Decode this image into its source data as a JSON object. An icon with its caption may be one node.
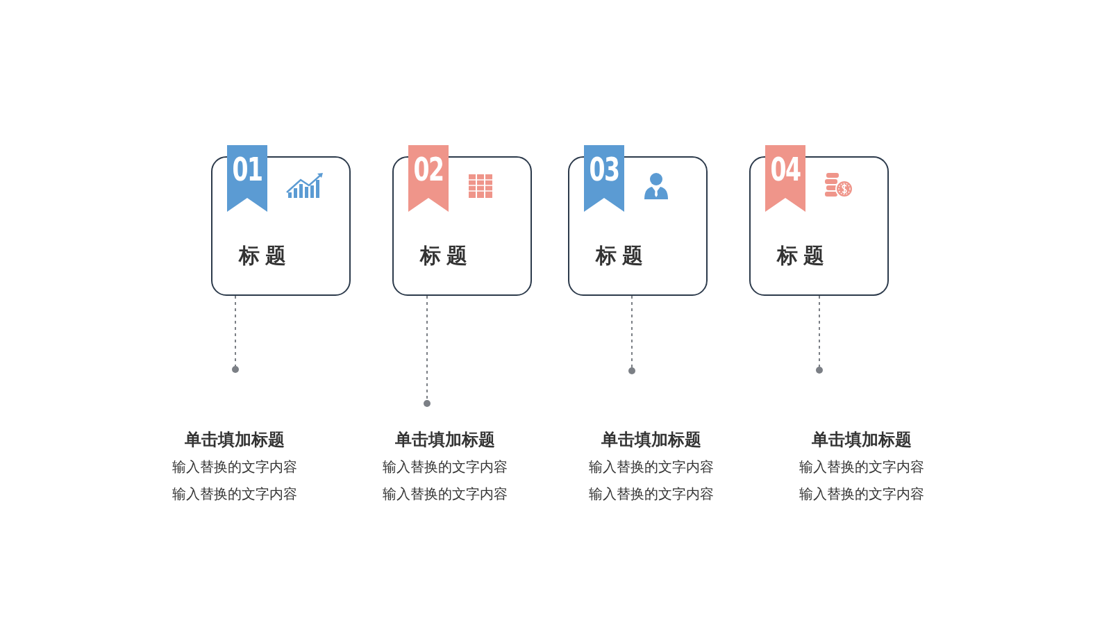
{
  "diagram": {
    "nodes": [
      {
        "text": [
          "标 题"
        ]
      },
      {
        "text": [
          "01"
        ]
      },
      {
        "text": [],
        "shape": "circle"
      },
      {
        "text": [
          "标 题"
        ]
      },
      {
        "text": [
          "02"
        ]
      },
      {
        "text": [],
        "shape": "circle"
      },
      {
        "text": [
          "标 题"
        ]
      },
      {
        "text": [
          "03"
        ]
      },
      {
        "text": [],
        "shape": "circle"
      },
      {
        "text": [
          "标 题"
        ]
      },
      {
        "text": [
          "04"
        ]
      },
      {
        "text": [],
        "shape": "circle"
      }
    ],
    "edges": [
      {
        "from": 0,
        "to": 2,
        "arrow": "none",
        "style": "dashed"
      },
      {
        "from": 3,
        "to": 5,
        "arrow": "none",
        "style": "dashed"
      },
      {
        "from": 6,
        "to": 8,
        "arrow": "none",
        "style": "dashed"
      },
      {
        "from": 9,
        "to": 11,
        "arrow": "none",
        "style": "dashed"
      }
    ],
    "labels": [
      "单击填加标题",
      "输入替换的文字内容",
      "输入替换的文字内容",
      "单击填加标题",
      "输入替换的文字内容",
      "输入替换的文字内容",
      "单击填加标题",
      "输入替换的文字内容",
      "输入替换的文字内容",
      "单击填加标题",
      "输入替换的文字内容",
      "输入替换的文字内容"
    ]
  }
}
